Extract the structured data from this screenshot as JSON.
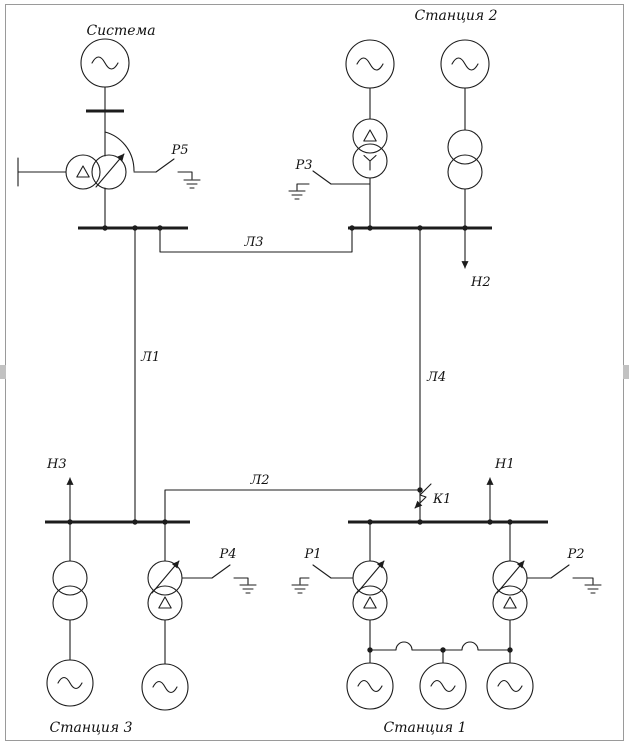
{
  "page": {
    "background": "#ffffff",
    "line_color": "#1c1c1c",
    "frame_color": "#9a9a9a"
  },
  "labels": {
    "system": "Система",
    "station1": "Станция 1",
    "station2": "Станция 2",
    "station3": "Станция 3",
    "l1": "Л1",
    "l2": "Л2",
    "l3": "Л3",
    "l4": "Л4",
    "h1": "Н1",
    "h2": "Н2",
    "h3": "Н3",
    "p1": "Р1",
    "p2": "Р2",
    "p3": "Р3",
    "p4": "Р4",
    "p5": "Р5",
    "k1": "К1"
  }
}
